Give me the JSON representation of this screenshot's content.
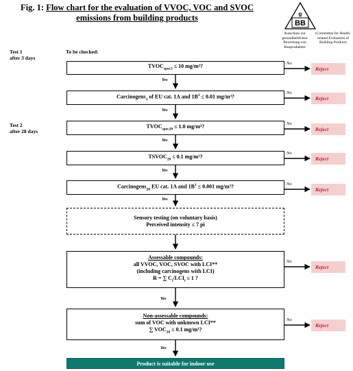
{
  "title": {
    "prefix": "Fig. 1:",
    "line1": "Flow chart for the evaluation of VVOC, VOC and SVOC",
    "line2": "emissions from building products"
  },
  "logo": {
    "letters": "AgBB",
    "caption_de": "Ausschuss zur gesundheitlichen Bewertung von Bauprodukten",
    "caption_en": "(Committee for Health-related Evaluation of Building Products"
  },
  "labels": {
    "test1": "Test 1",
    "test1_sub": "after 3 days",
    "test2": "Test 2",
    "test2_sub": "after 28 days",
    "to_check": "To be checked:"
  },
  "steps": [
    {
      "id": "tvoc3",
      "main": "TVOC",
      "sub": "spec3",
      "rest": " ≤ 10 mg/m³?"
    },
    {
      "id": "carc3",
      "main": "Carcinogens",
      "sub": "3",
      "rest": " of  EU cat. 1A and 1B",
      "sup": "1",
      "rest2": " ≤ 0.01 mg/m³?"
    },
    {
      "id": "tvoc28",
      "main": "TVOC",
      "sub": "spec28",
      "rest": " ≤ 1.0 mg/m³?"
    },
    {
      "id": "tsvoc28",
      "main": "TSVOC",
      "sub": "28",
      "rest": " ≤ 0.1 mg/m³?"
    },
    {
      "id": "carc28",
      "main": "Carcinogens",
      "sub": "28",
      "rest": " EU cat. 1A and 1B",
      "sup": "1",
      "rest2": " ≤ 0.001 mg/m³?"
    }
  ],
  "sensory": {
    "line1": "Sensory testing (on voluntary basis)",
    "line2": "Perceived intensity ≤ 7 pi"
  },
  "assessable": {
    "heading": "Assessable compounds:",
    "line1": "all VVOC, VOC, SVOC with LCI**",
    "line2": "(including carcinogens with LCI)",
    "line3": "R = ∑ C",
    "line3_sub1": "i",
    "line3_mid": "/LCI",
    "line3_sub2": "i",
    "line3_end": " ≤ 1 ?"
  },
  "non_assessable": {
    "heading": "Non-assessable compounds:",
    "line1": "sum of VOC with unknown LCI**",
    "line2": "∑ VOC",
    "line2_sub": "28",
    "line2_end": " ≤ 0.1 mg/m³?"
  },
  "yes_label": "Yes",
  "no_label": "No",
  "reject_label": "Reject",
  "final": "Product is suitable for indoor use",
  "colors": {
    "reject_bg": "#f6cfcf",
    "reject_text": "#c0183a",
    "final_bg": "#0b7a6e"
  }
}
